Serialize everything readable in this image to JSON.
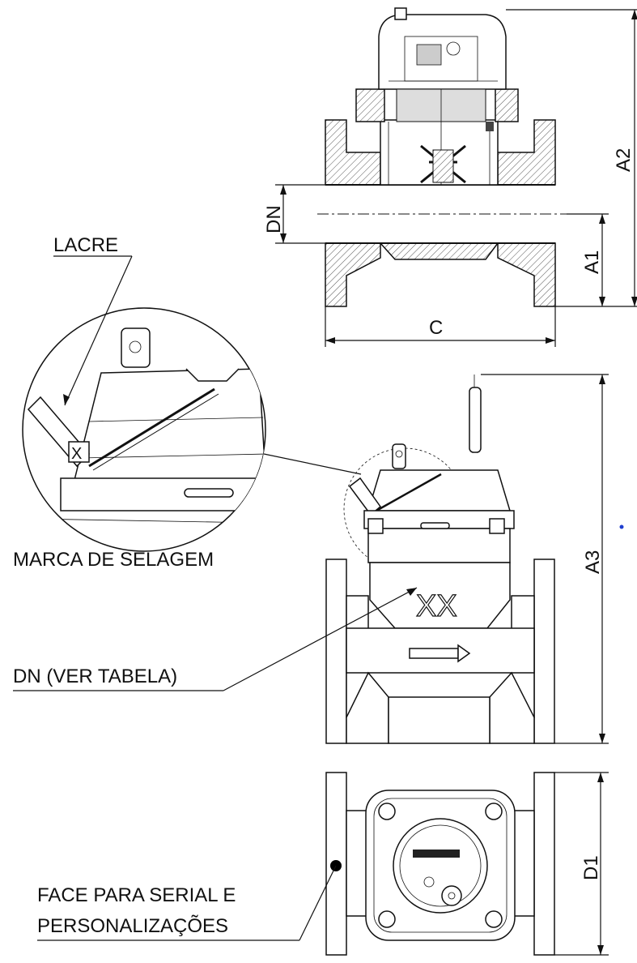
{
  "labels": {
    "lacre": "LACRE",
    "marca_selagem": "MARCA DE SELAGEM",
    "dn_ver_tabela": "DN (VER TABELA)",
    "face_serial_line1": "FACE PARA SERIAL E",
    "face_serial_line2": "PERSONALIZAÇÕES",
    "marking_xx": "XX"
  },
  "dimensions": {
    "dn": "DN",
    "a1": "A1",
    "a2": "A2",
    "a3": "A3",
    "c": "C",
    "d1": "D1"
  },
  "colors": {
    "line": "#111111",
    "accent_dot": "#1f3fd0"
  }
}
